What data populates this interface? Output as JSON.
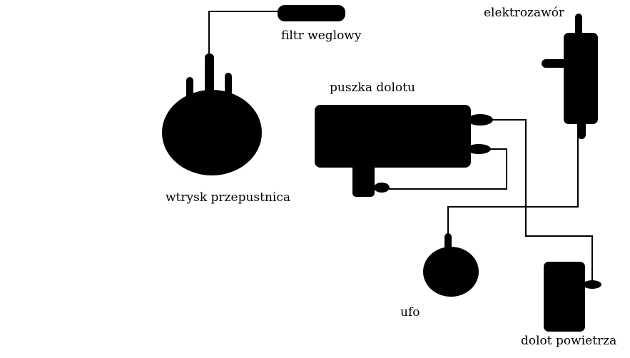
{
  "labels": {
    "charcoal_filter": "filtr weglowy",
    "throttle_injection": "wtrysk przepustnica",
    "intake_box": "puszka dolotu",
    "solenoid_valve": "elektrozawór",
    "ufo": "ufo",
    "air_intake": "dolot powietrza"
  },
  "colors": {
    "ink": "#000000",
    "background": "#ffffff"
  }
}
